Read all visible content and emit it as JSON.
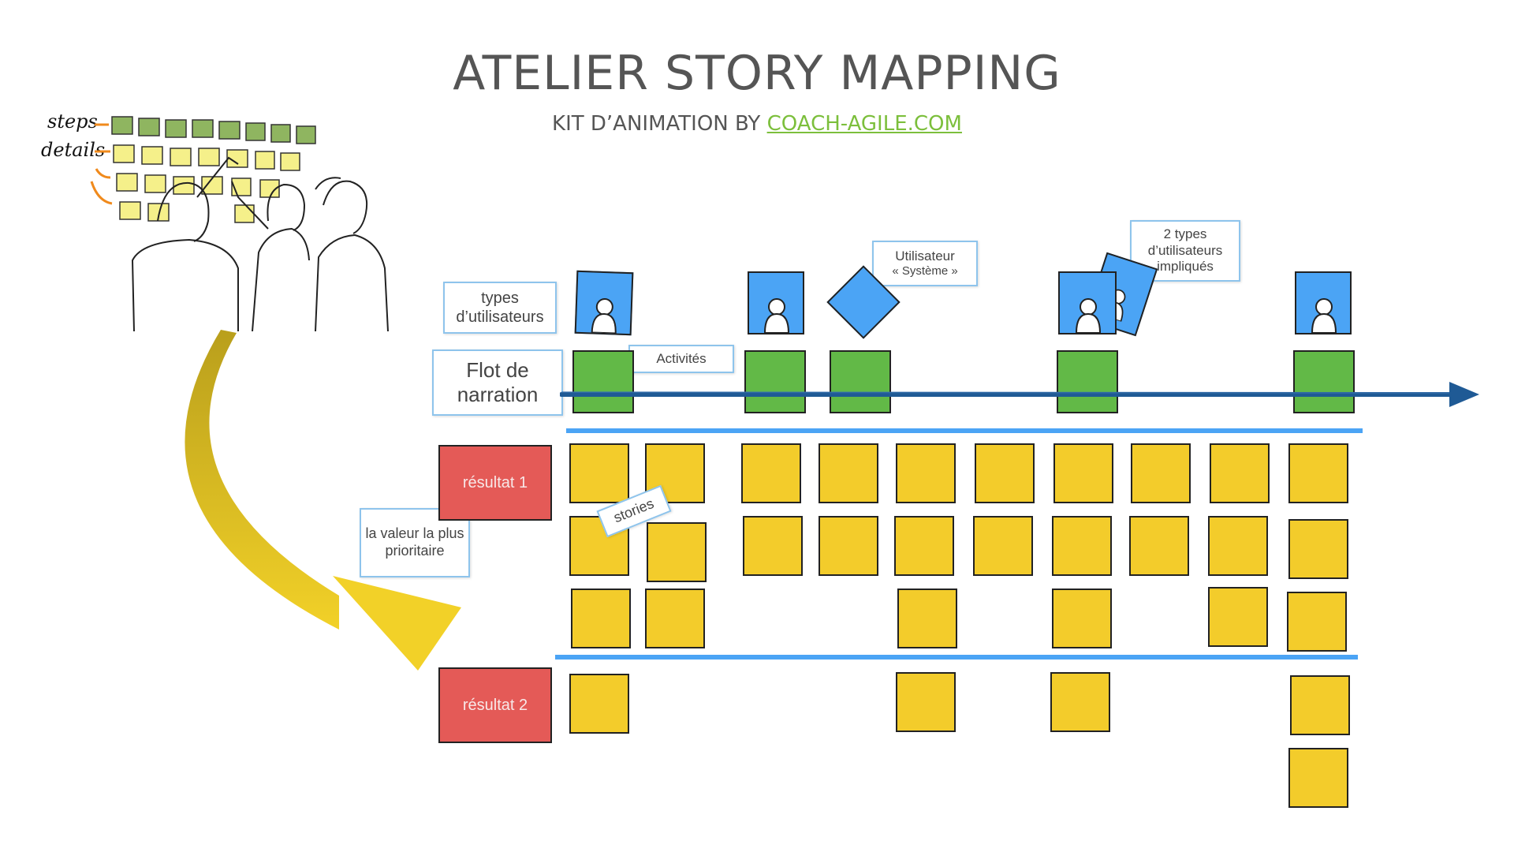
{
  "header": {
    "title": "ATELIER STORY MAPPING",
    "subtitle_prefix": "KIT D’ANIMATION BY ",
    "subtitle_link": "COACH-AGILE.COM"
  },
  "sketch": {
    "label_steps": "steps",
    "label_details": "details"
  },
  "labels": {
    "types_utilisateurs": "types d’utilisateurs",
    "flot_narration": "Flot de narration",
    "activites": "Activités",
    "utilisateur_systeme_line1": "Utilisateur",
    "utilisateur_systeme_line2": "« Système »",
    "deux_types": "2 types d’utilisateurs impliqués",
    "stories": "stories",
    "valeur_prioritaire": "la valeur la plus prioritaire"
  },
  "releases": {
    "resultat_1": "résultat 1",
    "resultat_2": "résultat 2"
  },
  "colors": {
    "story": "#f3cc2b",
    "activity": "#62b947",
    "user": "#4ba4f5",
    "release": "#e45a57",
    "link": "#7cbf3c",
    "arrow": "#1f5a95"
  }
}
